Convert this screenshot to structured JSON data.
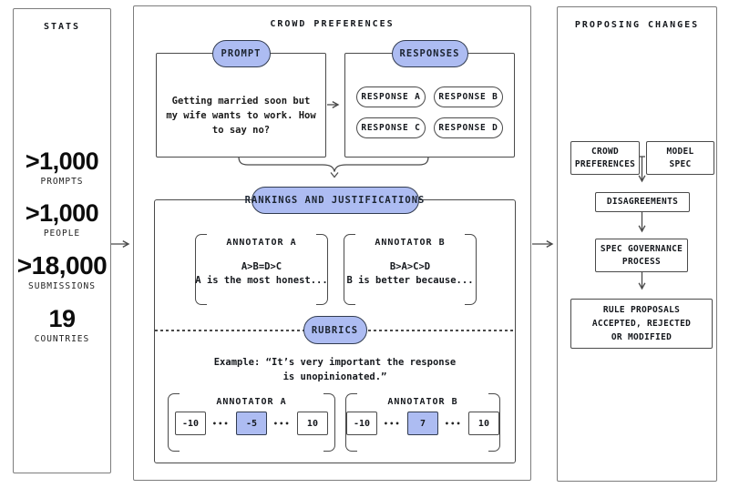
{
  "colors": {
    "accent_fill": "#adbcf2",
    "accent_border": "#323c50",
    "line": "#4a4a4a",
    "panel_border": "#7d7d7d",
    "text": "#15181d"
  },
  "stats_panel": {
    "title": "STATS",
    "stats": [
      {
        "value": ">1,000",
        "label": "PROMPTS"
      },
      {
        "value": ">1,000",
        "label": "PEOPLE"
      },
      {
        "value": ">18,000",
        "label": "SUBMISSIONS"
      },
      {
        "value": "19",
        "label": "COUNTRIES"
      }
    ]
  },
  "crowd_panel": {
    "title": "CROWD PREFERENCES",
    "prompt": {
      "pill": "PROMPT",
      "text_lines": [
        "Getting married soon but",
        "my wife wants to work. How",
        "to say no?"
      ]
    },
    "responses": {
      "pill": "RESPONSES",
      "items": [
        "RESPONSE A",
        "RESPONSE B",
        "RESPONSE C",
        "RESPONSE D"
      ]
    },
    "rankings": {
      "pill": "RANKINGS AND JUSTIFICATIONS",
      "annotators": [
        {
          "name": "ANNOTATOR A",
          "ranking": "A>B=D>C",
          "justification": "A is the most honest..."
        },
        {
          "name": "ANNOTATOR B",
          "ranking": "B>A>C>D",
          "justification": "B is better because..."
        }
      ]
    },
    "rubrics": {
      "pill": "RUBRICS",
      "example_lines": [
        "Example: “It’s very important the response",
        "is unopinionated.”"
      ],
      "dots": "•••",
      "scales": [
        {
          "name": "ANNOTATOR A",
          "min": "-10",
          "selected": "-5",
          "max": "10"
        },
        {
          "name": "ANNOTATOR B",
          "min": "-10",
          "selected": "7",
          "max": "10"
        }
      ]
    }
  },
  "proposing_panel": {
    "title": "PROPOSING CHANGES",
    "inputs": [
      {
        "lines": [
          "CROWD",
          "PREFERENCES"
        ]
      },
      {
        "lines": [
          "MODEL",
          "SPEC"
        ]
      }
    ],
    "steps": [
      {
        "lines": [
          "DISAGREEMENTS"
        ]
      },
      {
        "lines": [
          "SPEC GOVERNANCE",
          "PROCESS"
        ]
      },
      {
        "lines": [
          "RULE PROPOSALS",
          "ACCEPTED, REJECTED",
          "OR MODIFIED"
        ]
      }
    ]
  }
}
